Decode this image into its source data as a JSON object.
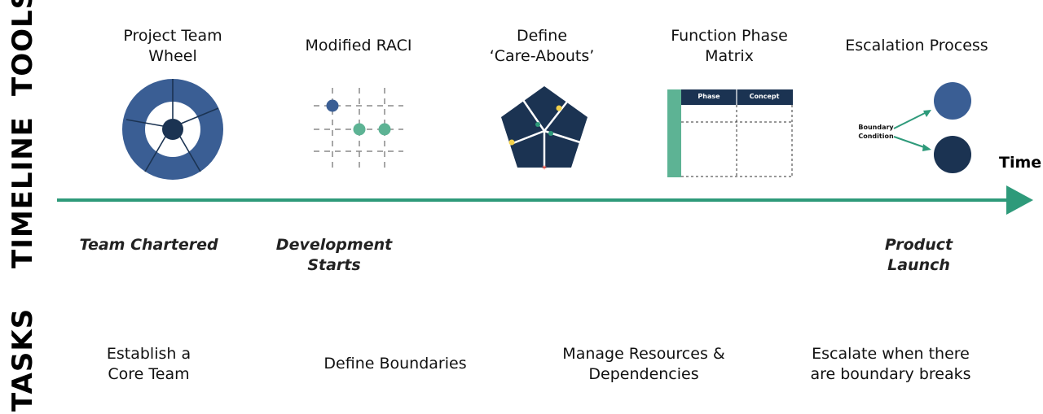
{
  "side_labels": {
    "tools": "TOOLS",
    "timeline": "TIMELINE",
    "tasks": "TASKS"
  },
  "tools": [
    {
      "title": "Project Team\nWheel",
      "icon": "team-wheel-icon"
    },
    {
      "title": "Modified RACI",
      "icon": "raci-grid-icon"
    },
    {
      "title": "Define\n‘Care-Abouts’",
      "icon": "pentagon-icon"
    },
    {
      "title": "Function Phase\nMatrix",
      "icon": "phase-matrix-icon"
    },
    {
      "title": "Escalation Process",
      "icon": "escalation-icon"
    }
  ],
  "matrix": {
    "col1": "Phase",
    "col2": "Concept"
  },
  "escalation": {
    "boundary_line1": "Boundary",
    "boundary_line2": "Condition"
  },
  "timeline": {
    "time_label": "Time"
  },
  "milestones": [
    "Team Chartered",
    "Development\nStarts",
    "Product\nLaunch"
  ],
  "tasks": [
    "Establish a\nCore Team",
    "Define Boundaries",
    "Manage Resources &\nDependencies",
    "Escalate when there\nare boundary breaks"
  ],
  "colors": {
    "navy": "#1b3352",
    "blue": "#3a5e94",
    "teal": "#2e9a7a",
    "mint": "#5db394",
    "yellow": "#f2d04a",
    "red": "#e8463a"
  }
}
